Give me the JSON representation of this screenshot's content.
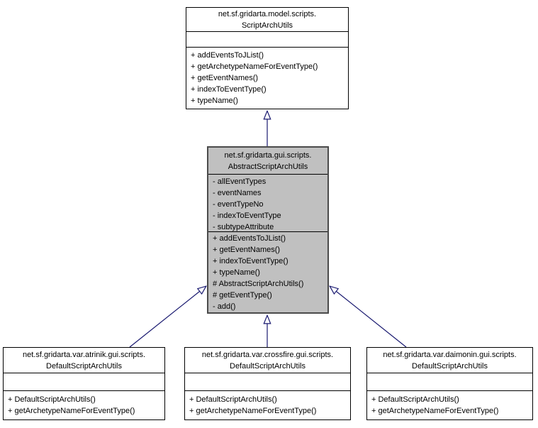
{
  "colors": {
    "canvas-bg": "#ffffff",
    "node-bg": "#ffffff",
    "node-border": "#000000",
    "selected-bg": "#c0c0c0",
    "selected-border": "#4b4b4b",
    "text-color": "#000000",
    "arrow-color": "#191970"
  },
  "nodes": [
    {
      "id": "model-scriptarchutils",
      "title": [
        "net.sf.gridarta.model.scripts.",
        "ScriptArchUtils"
      ],
      "fields": [],
      "methods": [
        "+ addEventsToJList()",
        "+ getArchetypeNameForEventType()",
        "+ getEventNames()",
        "+ indexToEventType()",
        "+ typeName()"
      ],
      "selected": false
    },
    {
      "id": "gui-abstractscriptarchutils",
      "title": [
        "net.sf.gridarta.gui.scripts.",
        "AbstractScriptArchUtils"
      ],
      "fields": [
        "- allEventTypes",
        "- eventNames",
        "- eventTypeNo",
        "- indexToEventType",
        "- subtypeAttribute"
      ],
      "methods": [
        "+ addEventsToJList()",
        "+ getEventNames()",
        "+ indexToEventType()",
        "+ typeName()",
        "# AbstractScriptArchUtils()",
        "# getEventType()",
        "- add()"
      ],
      "selected": true
    },
    {
      "id": "atrinik-defaultscriptarchutils",
      "title": [
        "net.sf.gridarta.var.atrinik.gui.scripts.",
        "DefaultScriptArchUtils"
      ],
      "fields": [],
      "methods": [
        "+ DefaultScriptArchUtils()",
        "+ getArchetypeNameForEventType()"
      ],
      "selected": false
    },
    {
      "id": "crossfire-defaultscriptarchutils",
      "title": [
        "net.sf.gridarta.var.crossfire.gui.scripts.",
        "DefaultScriptArchUtils"
      ],
      "fields": [],
      "methods": [
        "+ DefaultScriptArchUtils()",
        "+ getArchetypeNameForEventType()"
      ],
      "selected": false
    },
    {
      "id": "daimonin-defaultscriptarchutils",
      "title": [
        "net.sf.gridarta.var.daimonin.gui.scripts.",
        "DefaultScriptArchUtils"
      ],
      "fields": [],
      "methods": [
        "+ DefaultScriptArchUtils()",
        "+ getArchetypeNameForEventType()"
      ],
      "selected": false
    }
  ],
  "edges": [
    {
      "from": "gui-abstractscriptarchutils",
      "to": "model-scriptarchutils",
      "type": "inheritance"
    },
    {
      "from": "atrinik-defaultscriptarchutils",
      "to": "gui-abstractscriptarchutils",
      "type": "inheritance"
    },
    {
      "from": "crossfire-defaultscriptarchutils",
      "to": "gui-abstractscriptarchutils",
      "type": "inheritance"
    },
    {
      "from": "daimonin-defaultscriptarchutils",
      "to": "gui-abstractscriptarchutils",
      "type": "inheritance"
    }
  ]
}
